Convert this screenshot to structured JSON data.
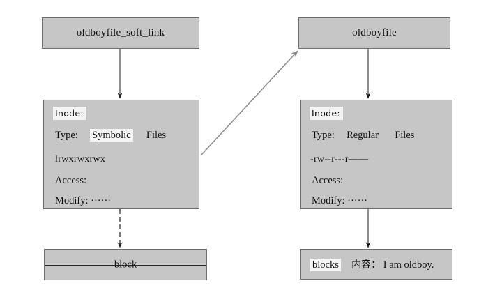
{
  "diagram": {
    "title": "Linux soft link inode diagram",
    "colors": {
      "box_fill": "#c6c6c6",
      "box_border": "#6e6e6e",
      "highlight": "#f4f4f4",
      "arrow_dark": "#3a3a3a",
      "arrow_gray": "#8a8a8a",
      "text": "#111111",
      "background": "#ffffff"
    },
    "left": {
      "file_box": {
        "label": "oldboyfile_soft_link"
      },
      "inode_box": {
        "header": "Inode:",
        "type_label": "Type:",
        "type_value": "Symbolic",
        "type_suffix": "Files",
        "permissions": "lrwxrwxrwx",
        "access": "Access:",
        "modify": "Modify: ······"
      },
      "block_box": {
        "label": "block"
      }
    },
    "right": {
      "file_box": {
        "label": "oldboyfile"
      },
      "inode_box": {
        "header": "Inode:",
        "type_label": "Type:",
        "type_value": "Regular",
        "type_suffix": "Files",
        "permissions": "-rw--r---r——",
        "access": "Access:",
        "modify": "Modify: ······"
      },
      "block_box": {
        "label": "blocks",
        "content_label": "内容：",
        "content_value": "I am oldboy."
      }
    },
    "arrows": [
      {
        "name": "left-file-to-inode",
        "style": "solid"
      },
      {
        "name": "left-inode-to-block",
        "style": "dashed"
      },
      {
        "name": "left-inode-to-right-file",
        "style": "solid-gray-diagonal"
      },
      {
        "name": "right-file-to-inode",
        "style": "solid"
      },
      {
        "name": "right-inode-to-blocks",
        "style": "solid"
      }
    ]
  }
}
